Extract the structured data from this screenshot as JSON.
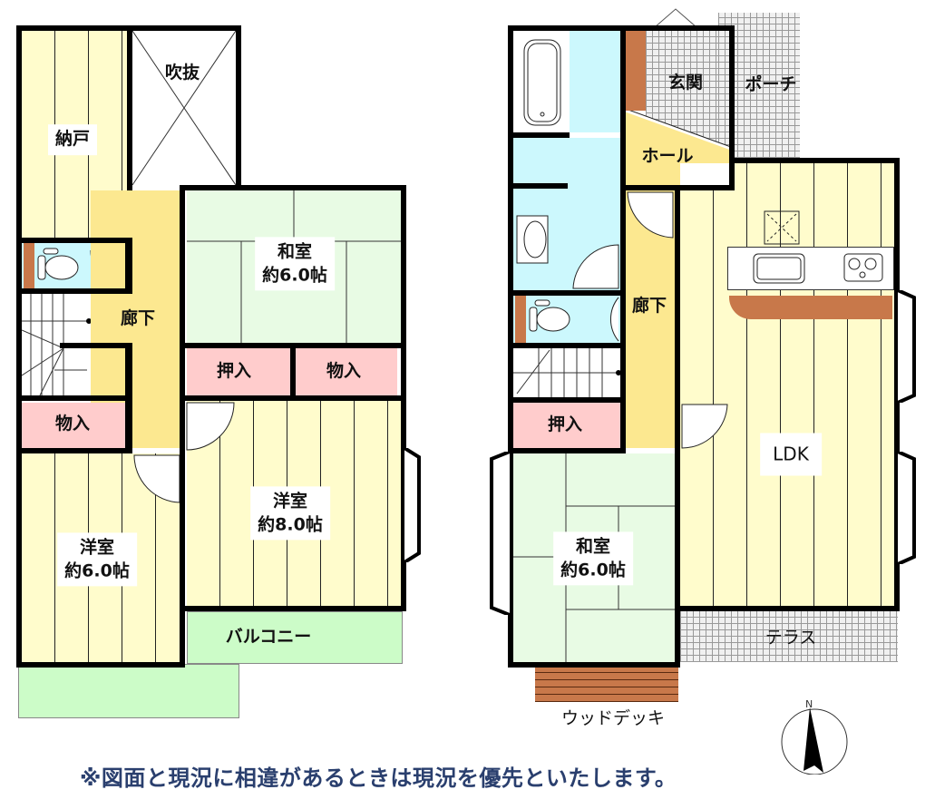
{
  "floor_plan": {
    "second_floor": {
      "rooms": [
        {
          "id": "storage",
          "label": "納戸"
        },
        {
          "id": "void",
          "label": "吹抜"
        },
        {
          "id": "washitsu",
          "label": "和室",
          "size": "約6.0帖"
        },
        {
          "id": "corridor",
          "label": "廊下"
        },
        {
          "id": "oshiire",
          "label": "押入"
        },
        {
          "id": "monoire_right",
          "label": "物入"
        },
        {
          "id": "monoire_left",
          "label": "物入"
        },
        {
          "id": "yoshitsu_8",
          "label": "洋室",
          "size": "約8.0帖"
        },
        {
          "id": "yoshitsu_6",
          "label": "洋室",
          "size": "約6.0帖"
        },
        {
          "id": "balcony",
          "label": "バルコニー"
        }
      ]
    },
    "first_floor": {
      "rooms": [
        {
          "id": "genkan",
          "label": "玄関"
        },
        {
          "id": "porch",
          "label": "ポーチ"
        },
        {
          "id": "hall",
          "label": "ホール"
        },
        {
          "id": "corridor",
          "label": "廊下"
        },
        {
          "id": "oshiire",
          "label": "押入"
        },
        {
          "id": "washitsu",
          "label": "和室",
          "size": "約6.0帖"
        },
        {
          "id": "ldk",
          "label": "LDK"
        },
        {
          "id": "terrace",
          "label": "テラス"
        },
        {
          "id": "wood_deck",
          "label": "ウッドデッキ"
        }
      ]
    },
    "compass": {
      "label": "N"
    },
    "note": "※図面と現況に相違があるときは現況を優先といたします。",
    "colors": {
      "flooring": "#fffccc",
      "tatami": "#e8fbe4",
      "closet": "#ffcccc",
      "corridor": "#fce890",
      "wet_area": "#ccf8fd",
      "balcony": "#ccfcc8",
      "wood": "#c8784a",
      "note_text": "#2a3f6e"
    }
  }
}
